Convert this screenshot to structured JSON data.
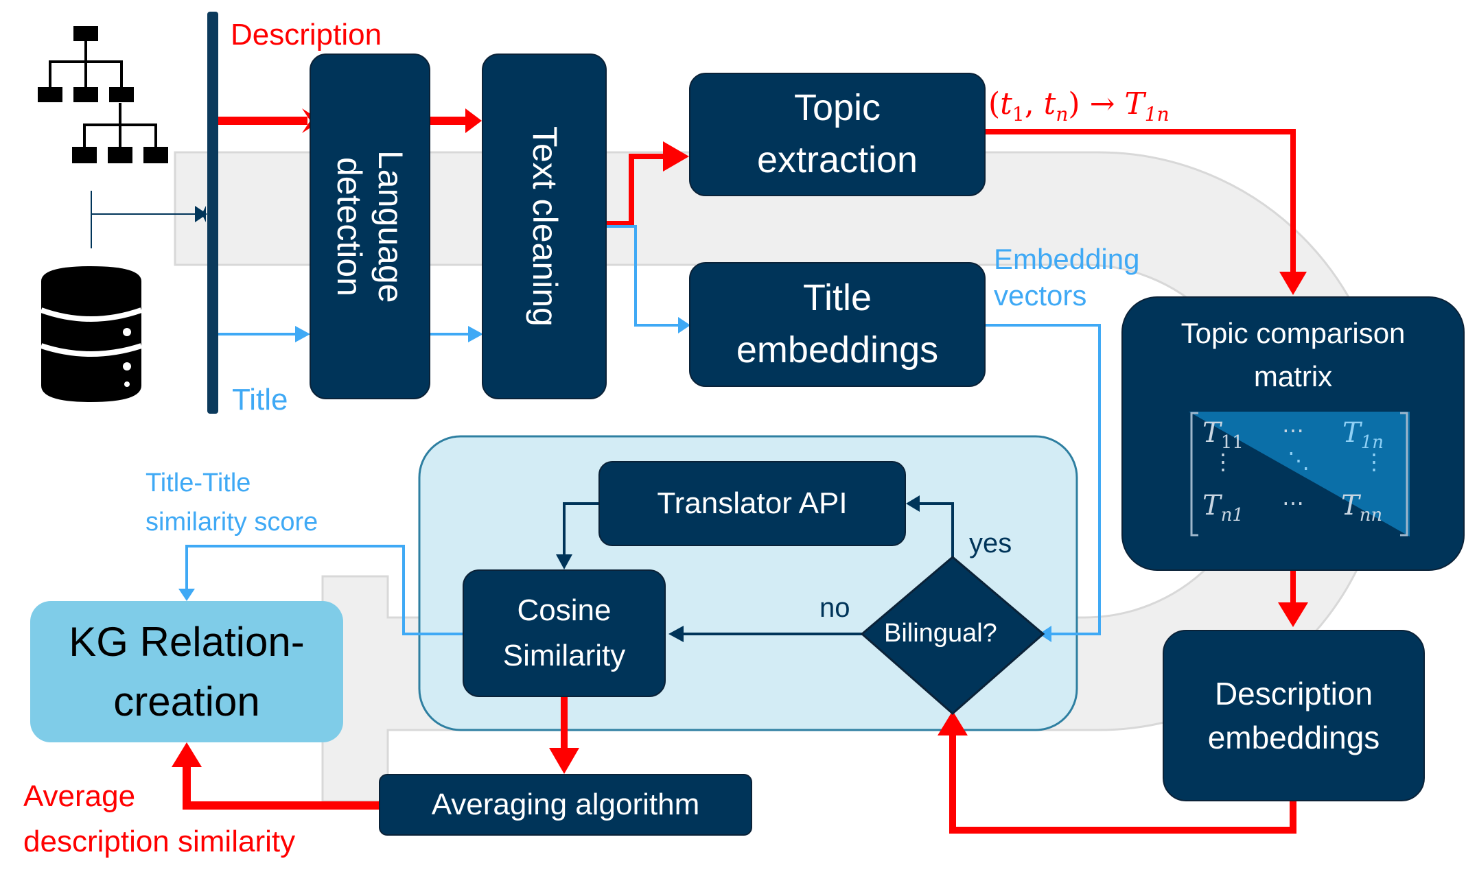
{
  "colors": {
    "navy": "#003459",
    "red": "#ff0000",
    "light_blue": "#3fa9f5",
    "panel": "#d3ecf5",
    "kg_box": "#7fcce8",
    "grey_flow": "#eeeeee"
  },
  "icons": [
    "hierarchy-icon",
    "database-icon"
  ],
  "labels": {
    "description": "Description",
    "title": "Title",
    "embedding_vectors": "Embedding\nvectors",
    "title_title_score": "Title-Title\nsimilarity score",
    "average_description_similarity": "Average\ndescription similarity",
    "yes": "yes",
    "no": "no"
  },
  "topic_formula": {
    "lhs_open": "(",
    "t1": "t",
    "t1_sub": "1",
    "comma": ", ",
    "tn": "t",
    "tn_sub": "n",
    "rhs_close": ")",
    "arrow": " → ",
    "T": "T",
    "T_sub": "1n"
  },
  "nodes": {
    "language_detection": "Language\ndetection",
    "text_cleaning": "Text cleaning",
    "topic_extraction": "Topic\nextraction",
    "title_embeddings": "Title\nembeddings",
    "topic_comparison_matrix": "Topic comparison\nmatrix",
    "description_embeddings": "Description\nembeddings",
    "translator_api": "Translator API",
    "cosine_similarity": "Cosine\nSimilarity",
    "bilingual": "Bilingual?",
    "averaging_algorithm": "Averaging algorithm",
    "kg_relation_creation": "KG Relation-\ncreation"
  },
  "matrix": {
    "t11": "T",
    "t11_sub": "11",
    "t1n": "T",
    "t1n_sub": "1n",
    "tn1": "T",
    "tn1_sub": "n1",
    "tnn": "T",
    "tnn_sub": "nn",
    "hdots": "⋯",
    "vdots": "⋮",
    "ddots": "⋱"
  }
}
